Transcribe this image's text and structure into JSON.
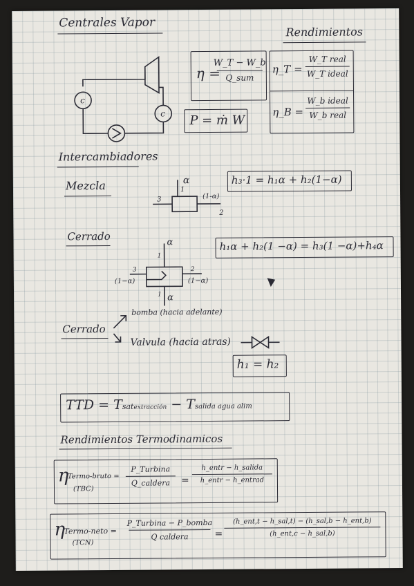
{
  "sections": {
    "vapor": {
      "title": "Centrales Vapor",
      "efficiency_title": "Rendimientos",
      "cycle_label_c": "c",
      "eta_formula": {
        "lhs": "η =",
        "num": "W_T − W_b",
        "den": "Q_sum"
      },
      "power_formula": "P = ṁ W",
      "eta_turbine": {
        "lhs": "η_T =",
        "num": "W_T real",
        "den": "W_T ideal"
      },
      "eta_pump": {
        "lhs": "η_B =",
        "num": "W_b ideal",
        "den": "W_b real"
      }
    },
    "exchangers": {
      "title": "Intercambiadores",
      "mix_title": "Mezcla",
      "mix_labels": {
        "alpha": "α",
        "in1": "1",
        "in3": "3",
        "out_frac": "(1-α)",
        "out2": "2"
      },
      "mix_formula": "h₃·1 = h₁α + h₂(1−α)",
      "closed_title": "Cerrado",
      "closed_labels": {
        "alpha_top": "α",
        "one_top": "1",
        "in3": "3",
        "in3_frac": "(1−α)",
        "out2": "2",
        "out2_frac": "(1−α)",
        "one_bottom": "1",
        "alpha_bottom": "α"
      },
      "closed_formula": "h₁α + h₂(1 −α) = h₃(1 −α)+h₄α",
      "closed2_title": "Cerrado",
      "pump_option": "bomba (hacia adelante)",
      "valve_option": "Valvula (hacia atras)",
      "valve_formula": "h₁ = h₂"
    },
    "ttd": {
      "formula_main": "TTD = T",
      "sat_sub": "sat",
      "extraction_sub": "extracción",
      "minus": " − T",
      "exit_sub": "salida agua alim"
    },
    "thermo": {
      "title": "Rendimientos Termodinamicos",
      "gross": {
        "lhs": "η",
        "lhs_sub": "Termo-bruto =",
        "abbr": "(TBC)",
        "num1": "P_Turbina",
        "den1": "Q_caldera",
        "eq": "=",
        "num2": "h_entr − h_salida",
        "den2": "h_entr − h_entrad"
      },
      "net": {
        "lhs": "η",
        "lhs_sub": "Termo-neto =",
        "abbr": "(TCN)",
        "num1": "P_Turbina − P_bomba",
        "den1": "Q caldera",
        "eq": "=",
        "num2": "(h_ent,t − h_sal,t) − (h_sal,b − h_ent,b)",
        "den2": "(h_ent,c − h_sal,b)"
      }
    }
  }
}
